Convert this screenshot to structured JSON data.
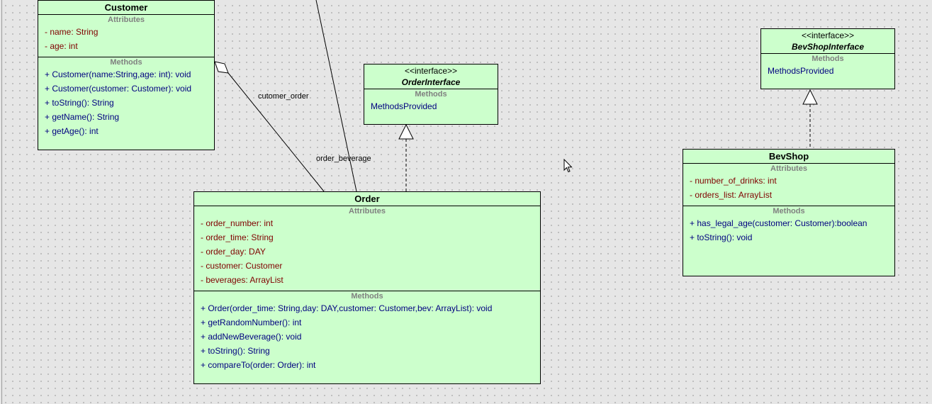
{
  "customer": {
    "title": "Customer",
    "attributes_header": "Attributes",
    "attributes": [
      "- name: String",
      "- age: int"
    ],
    "methods_header": "Methods",
    "methods": [
      "+ Customer(name:String,age: int): void",
      "+ Customer(customer: Customer): void",
      "+ toString(): String",
      "+ getName(): String",
      "+ getAge(): int"
    ]
  },
  "order_interface": {
    "stereotype": "<<interface>>",
    "name": "OrderInterface",
    "methods_header": "Methods",
    "methods": [
      "MethodsProvided"
    ]
  },
  "bevshop_interface": {
    "stereotype": "<<interface>>",
    "name": "BevShopInterface",
    "methods_header": "Methods",
    "methods": [
      "MethodsProvided"
    ]
  },
  "order": {
    "title": "Order",
    "attributes_header": "Attributes",
    "attributes": [
      "- order_number: int",
      "- order_time: String",
      "- order_day: DAY",
      "- customer: Customer",
      "- beverages: ArrayList"
    ],
    "methods_header": "Methods",
    "methods": [
      "+ Order(order_time: String,day: DAY,customer: Customer,bev: ArrayList): void",
      "+ getRandomNumber(): int",
      "+ addNewBeverage(): void",
      "+ toString(): String",
      "+ compareTo(order: Order): int"
    ]
  },
  "bevshop": {
    "title": "BevShop",
    "attributes_header": "Attributes",
    "attributes": [
      "- number_of_drinks: int",
      "- orders_list: ArrayList"
    ],
    "methods_header": "Methods",
    "methods": [
      "+ has_legal_age(customer: Customer):boolean",
      "+ toString(): void"
    ]
  },
  "edges": {
    "customer_order": "cutomer_order",
    "order_beverage": "order_beverage"
  },
  "colors": {
    "class_fill": "#ccffcc",
    "method_text": "#000080",
    "attribute_text": "#800000",
    "section_header": "#808080"
  }
}
